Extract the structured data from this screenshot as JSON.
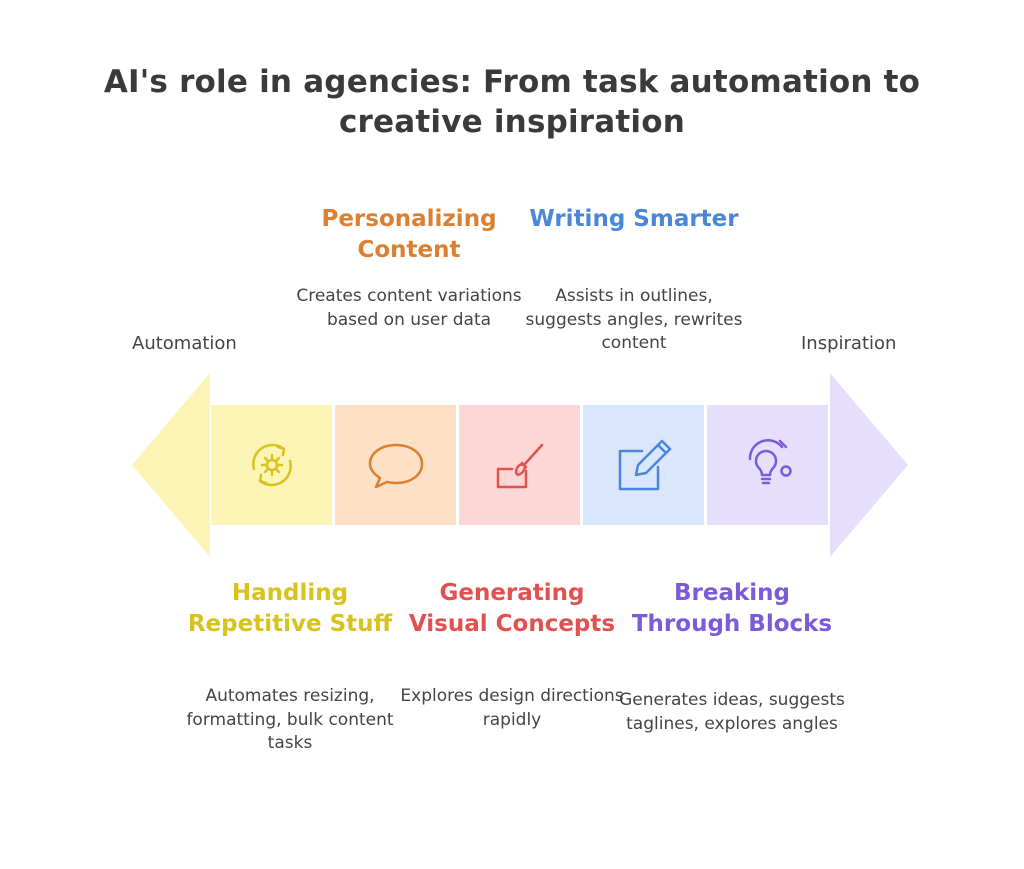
{
  "title": "AI's role in agencies: From task automation to creative inspiration",
  "ends": {
    "left": "Automation",
    "right": "Inspiration"
  },
  "steps": [
    {
      "title": "Handling Repetitive Stuff",
      "desc": "Automates resizing, formatting, bulk content tasks",
      "color": "#d8c21c",
      "fill": "#fbf4b4",
      "icon": "cycle-gear-icon"
    },
    {
      "title": "Personalizing Content",
      "desc": "Creates content variations based on user data",
      "color": "#dc7f2e",
      "fill": "#fde0c6",
      "icon": "speech-bubble-icon"
    },
    {
      "title": "Generating Visual Concepts",
      "desc": "Explores design directions rapidly",
      "color": "#e05151",
      "fill": "#fdd6d6",
      "icon": "paintbrush-icon"
    },
    {
      "title": "Writing Smarter",
      "desc": "Assists in outlines, suggests angles, rewrites content",
      "color": "#4b86d8",
      "fill": "#dae6fb",
      "icon": "edit-pen-icon"
    },
    {
      "title": "Breaking Through Blocks",
      "desc": "Generates ideas, suggests taglines, explores angles",
      "color": "#7b5bd8",
      "fill": "#e6dffc",
      "icon": "lightbulb-icon"
    }
  ]
}
